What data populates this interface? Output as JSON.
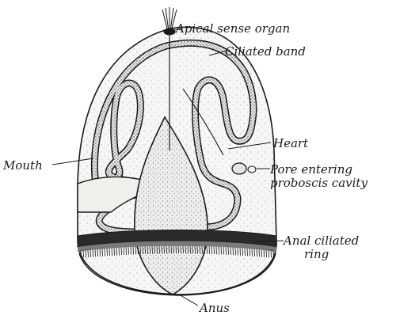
{
  "labels": {
    "apical_sense_organ": "Apical sense organ",
    "ciliated_band": "Ciliated band",
    "heart": "Heart",
    "mouth": "Mouth",
    "pore_line1": "Pore entering",
    "pore_line2": "proboscis cavity",
    "anal_ring_line1": "Anal ciliated",
    "anal_ring_line2": "ring",
    "anus": "Anus"
  },
  "colors": {
    "ink": "#1a1a1a",
    "body_fill": "#f4f4f2",
    "gut_fill": "#e9e9e6",
    "band_fill": "#d9d9d5"
  }
}
